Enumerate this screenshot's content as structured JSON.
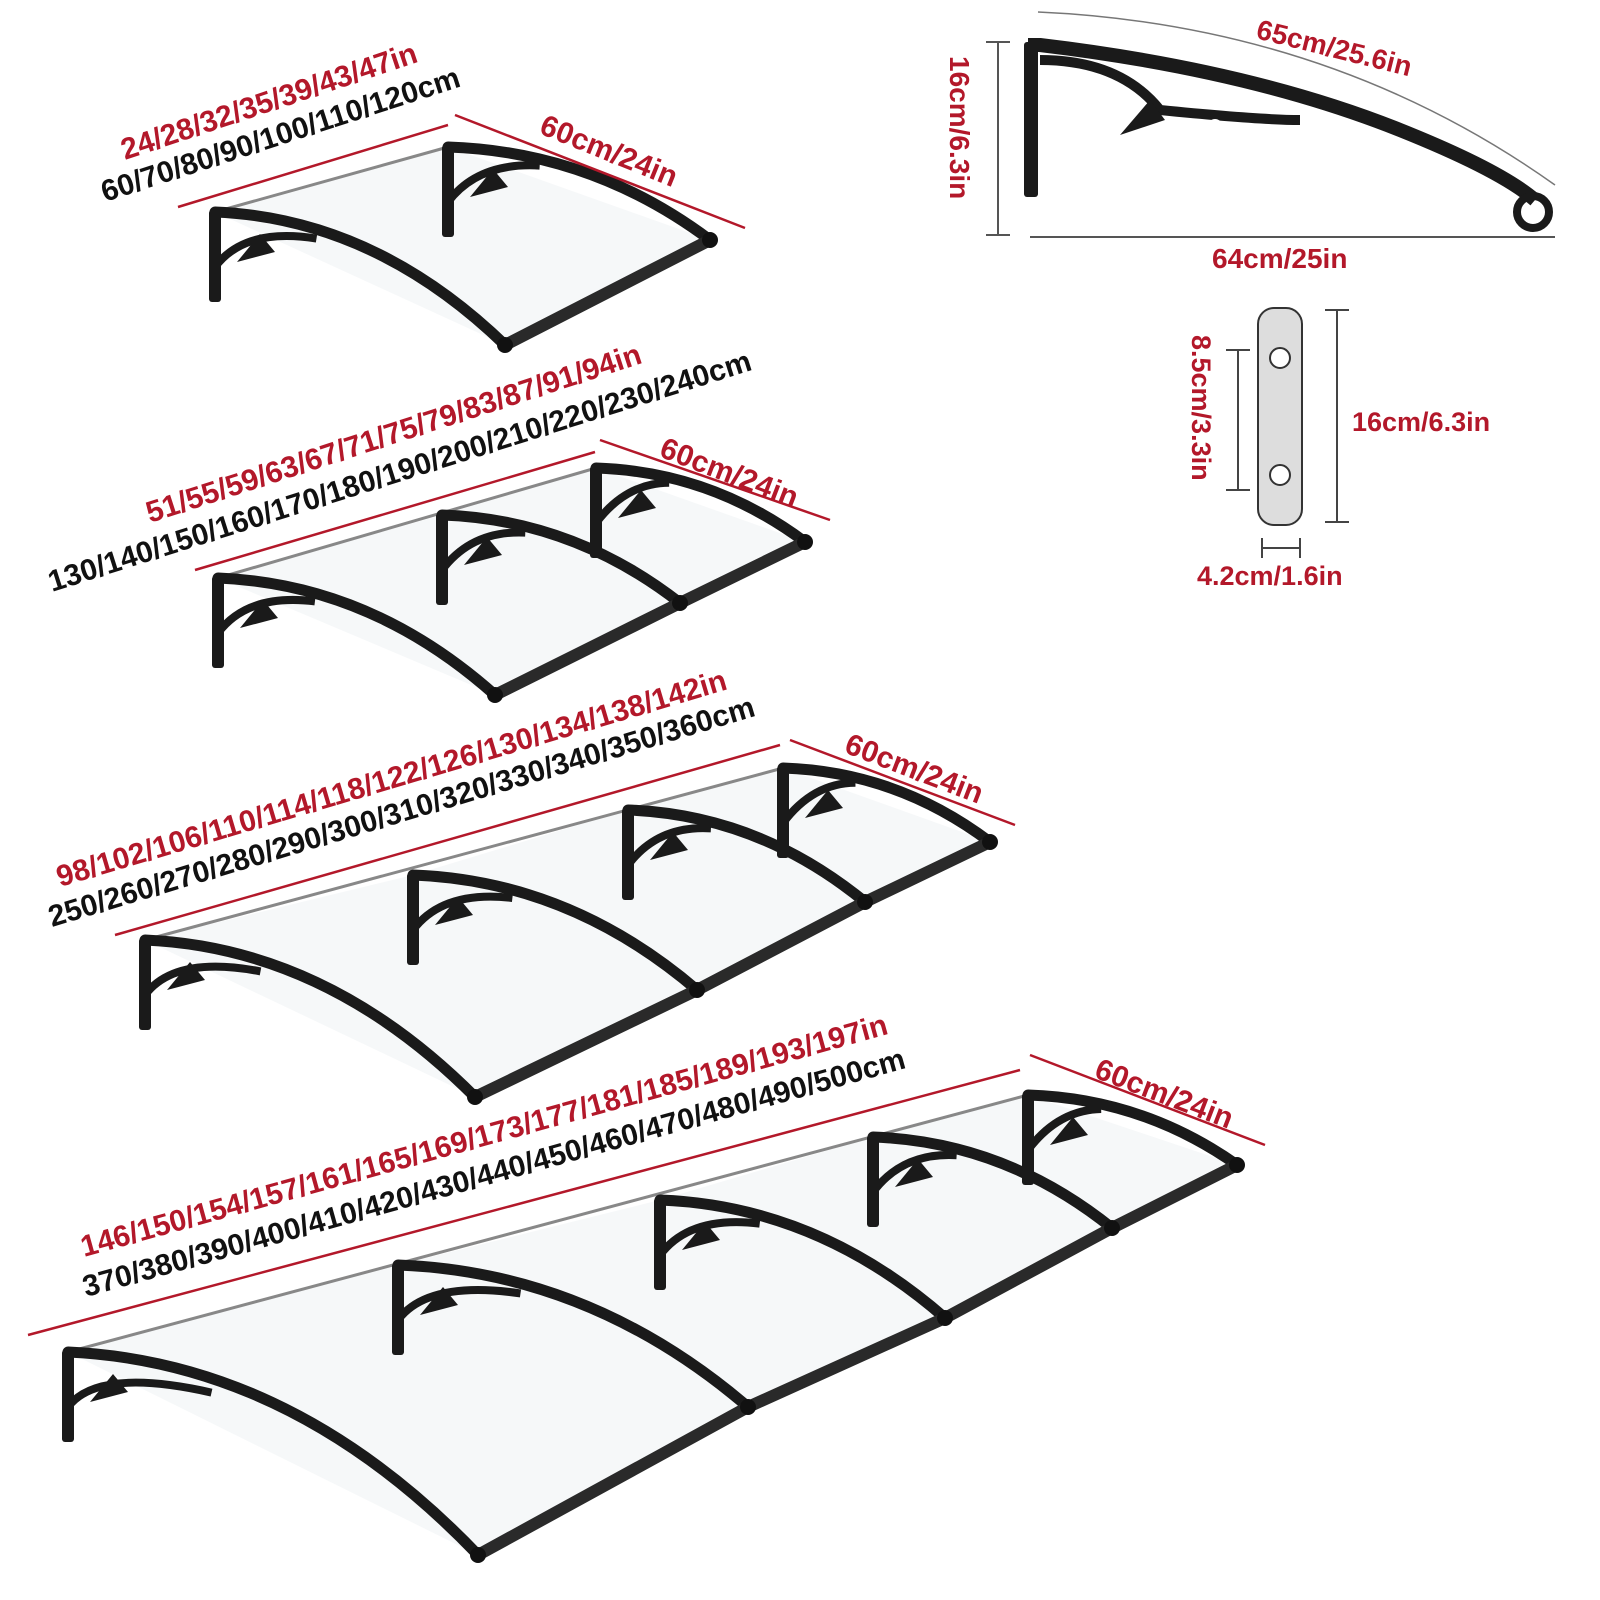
{
  "colors": {
    "dimension_red": "#b3182a",
    "bracket_black": "#1a1a1a",
    "text_black": "#111111"
  },
  "awnings": [
    {
      "width_in": "24/28/32/35/39/43/47in",
      "width_cm": "60/70/80/90/100/110/120cm",
      "depth": "60cm/24in",
      "brackets": 2
    },
    {
      "width_in": "51/55/59/63/67/71/75/79/83/87/91/94in",
      "width_cm": "130/140/150/160/170/180/190/200/210/220/230/240cm",
      "depth": "60cm/24in",
      "brackets": 3
    },
    {
      "width_in": "98/102/106/110/114/118/122/126/130/134/138/142in",
      "width_cm": "250/260/270/280/290/300/310/320/330/340/350/360cm",
      "depth": "60cm/24in",
      "brackets": 4
    },
    {
      "width_in": "146/150/154/157/161/165/169/173/177/181/185/189/193/197in",
      "width_cm": "370/380/390/400/410/420/430/440/450/460/470/480/490/500cm",
      "depth": "60cm/24in",
      "brackets": 5
    }
  ],
  "bracket_detail": {
    "arm_length": "65cm/25.6in",
    "height": "16cm/6.3in",
    "depth": "64cm/25in"
  },
  "plate_detail": {
    "hole_spacing": "8.5cm/3.3in",
    "height": "16cm/6.3in",
    "width": "4.2cm/1.6in"
  }
}
